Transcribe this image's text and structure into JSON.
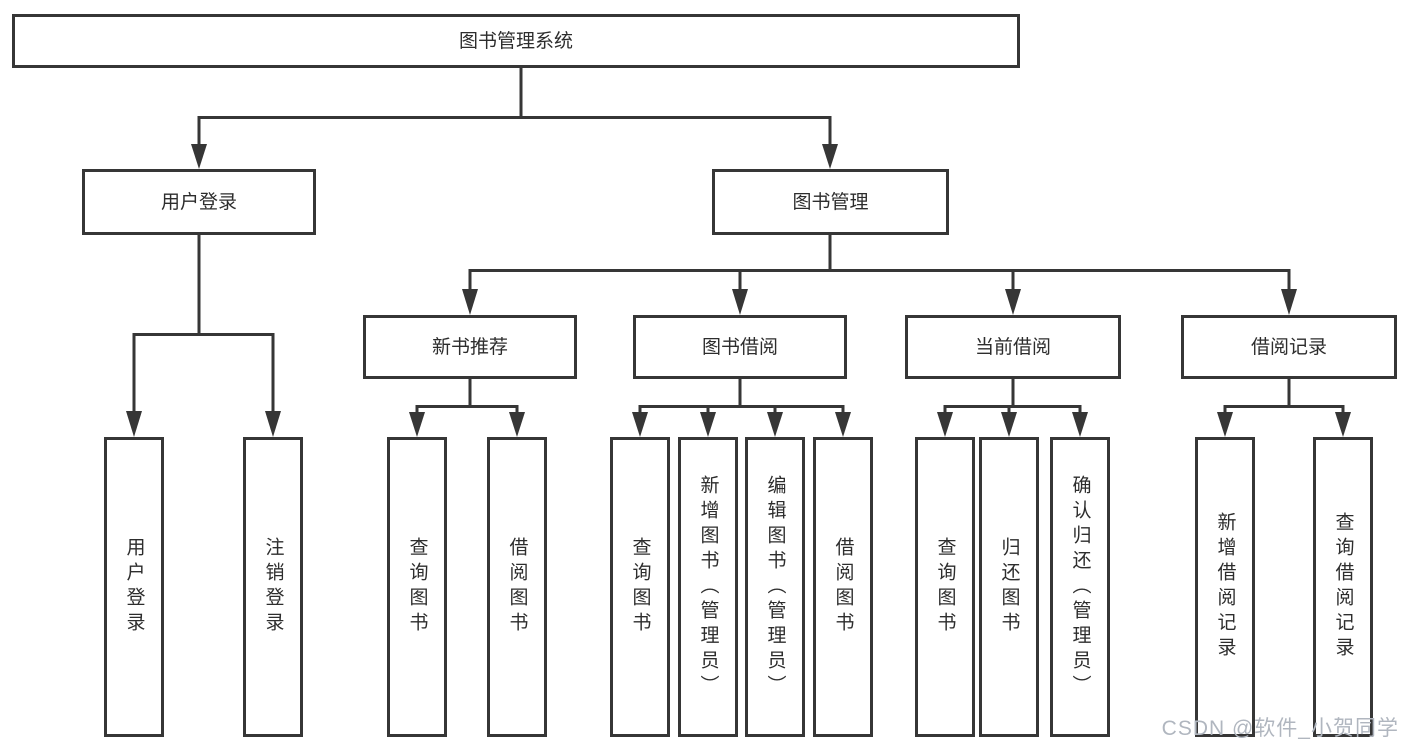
{
  "page": {
    "background": "#ffffff",
    "line_color": "#363636",
    "text_color": "#2d2d2d"
  },
  "nodes": {
    "root": {
      "label": "图书管理系统"
    },
    "user_login": {
      "label": "用户登录"
    },
    "book_mgmt": {
      "label": "图书管理"
    },
    "new_book_rec": {
      "label": "新书推荐"
    },
    "book_borrow": {
      "label": "图书借阅"
    },
    "current_borrow": {
      "label": "当前借阅"
    },
    "borrow_records": {
      "label": "借阅记录"
    },
    "leaf_user_login": {
      "label": "用户登录"
    },
    "leaf_logout": {
      "label": "注销登录"
    },
    "leaf_query_book_rec": {
      "label": "查询图书"
    },
    "leaf_borrow_book_rec": {
      "label": "借阅图书"
    },
    "leaf_query_book_bor": {
      "label": "查询图书"
    },
    "leaf_add_book": {
      "label": "新增图书（管理员）"
    },
    "leaf_edit_book": {
      "label": "编辑图书（管理员）"
    },
    "leaf_borrow_book_bor": {
      "label": "借阅图书"
    },
    "leaf_query_book_cur": {
      "label": "查询图书"
    },
    "leaf_return_book": {
      "label": "归还图书"
    },
    "leaf_confirm_return": {
      "label": "确认归还（管理员）"
    },
    "leaf_add_record": {
      "label": "新增借阅记录"
    },
    "leaf_query_record": {
      "label": "查询借阅记录"
    }
  },
  "edges": [
    [
      "图书管理系统",
      "用户登录"
    ],
    [
      "图书管理系统",
      "图书管理"
    ],
    [
      "用户登录",
      "用户登录"
    ],
    [
      "用户登录",
      "注销登录"
    ],
    [
      "图书管理",
      "新书推荐"
    ],
    [
      "图书管理",
      "图书借阅"
    ],
    [
      "图书管理",
      "当前借阅"
    ],
    [
      "图书管理",
      "借阅记录"
    ],
    [
      "新书推荐",
      "查询图书"
    ],
    [
      "新书推荐",
      "借阅图书"
    ],
    [
      "图书借阅",
      "查询图书"
    ],
    [
      "图书借阅",
      "新增图书（管理员）"
    ],
    [
      "图书借阅",
      "编辑图书（管理员）"
    ],
    [
      "图书借阅",
      "借阅图书"
    ],
    [
      "当前借阅",
      "查询图书"
    ],
    [
      "当前借阅",
      "归还图书"
    ],
    [
      "当前借阅",
      "确认归还（管理员）"
    ],
    [
      "借阅记录",
      "新增借阅记录"
    ],
    [
      "借阅记录",
      "查询借阅记录"
    ]
  ],
  "watermark": {
    "text": "CSDN @软件_小贺同学",
    "color": "#b0b6bf"
  }
}
